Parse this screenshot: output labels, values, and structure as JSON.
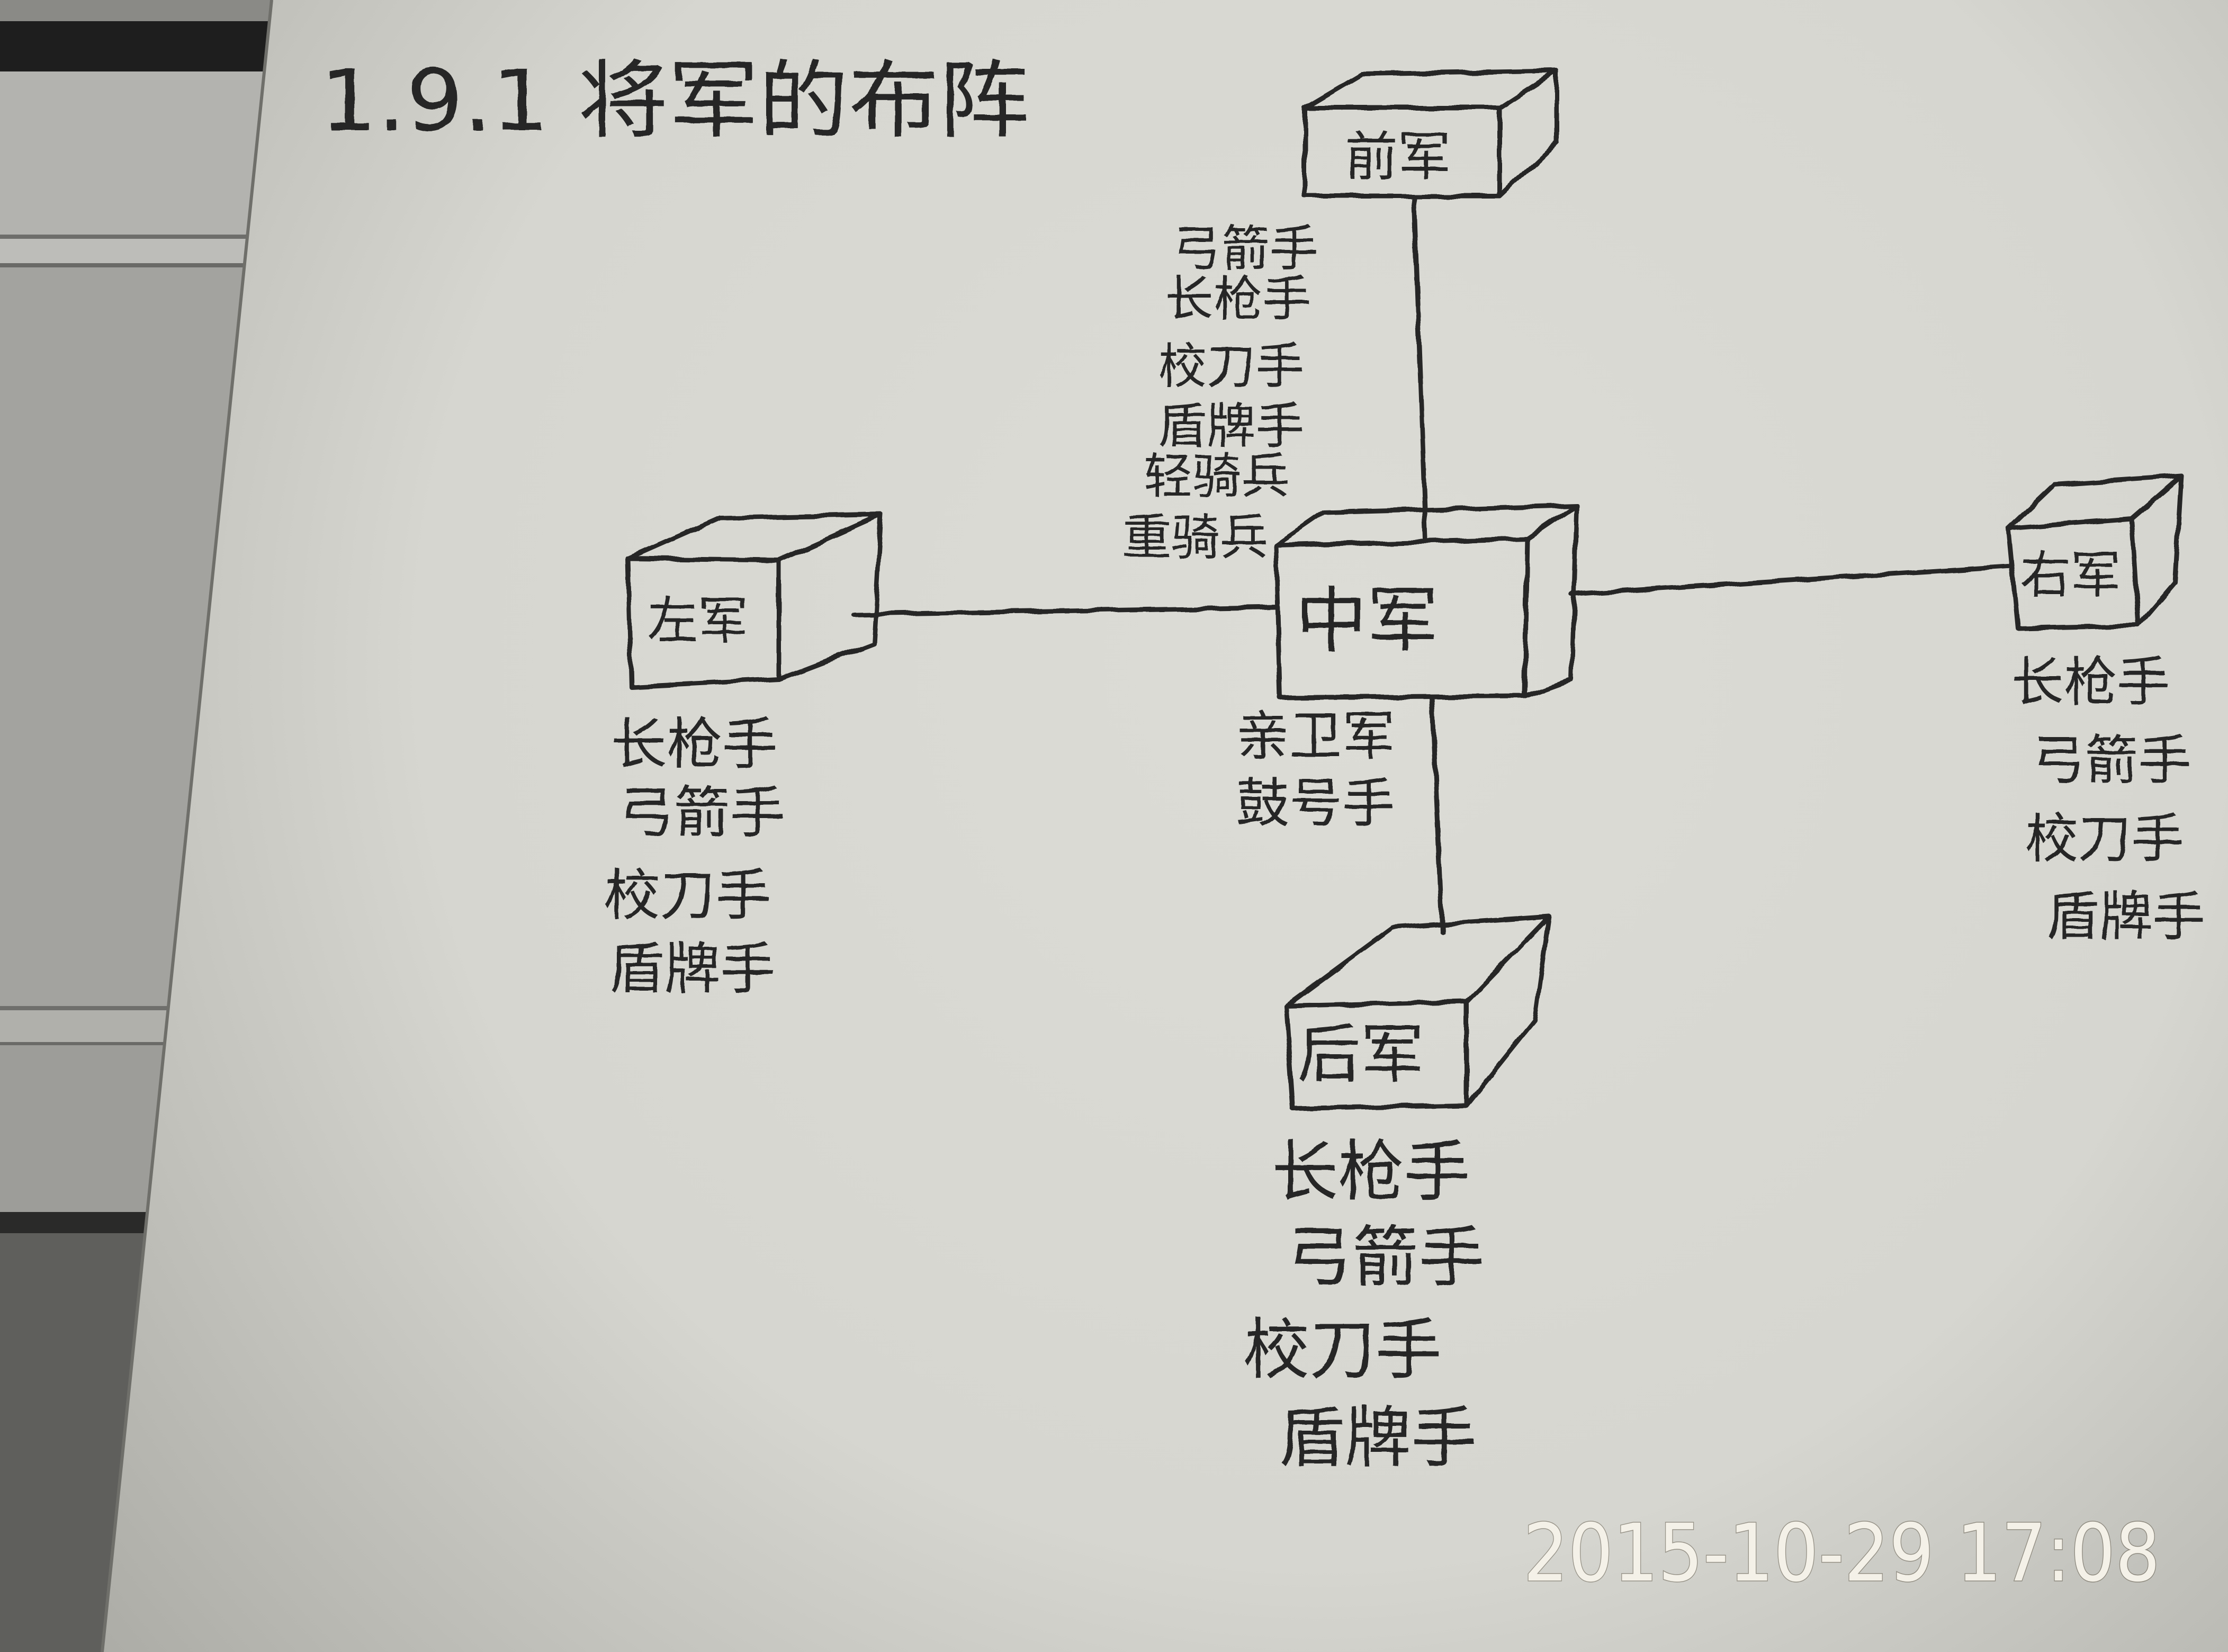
{
  "title": "1.9.1 将军的布阵",
  "formation": {
    "front": {
      "label": "前军",
      "units": [
        "弓箭手",
        "长枪手",
        "校刀手",
        "盾牌手",
        "轻骑兵",
        "重骑兵"
      ]
    },
    "center": {
      "label": "中军",
      "units": [
        "亲卫军",
        "鼓号手"
      ]
    },
    "left": {
      "label": "左军",
      "units": [
        "长枪手",
        "弓箭手",
        "校刀手",
        "盾牌手"
      ]
    },
    "right": {
      "label": "右军",
      "units": [
        "长枪手",
        "弓箭手",
        "校刀手",
        "盾牌手"
      ]
    },
    "rear": {
      "label": "后军",
      "units": [
        "长枪手",
        "弓箭手",
        "校刀手",
        "盾牌手"
      ]
    }
  },
  "timestamp": "2015-10-29 17:08",
  "colors": {
    "ink": "#262626",
    "paper": "#d6d6d0",
    "timestamp": "#f4f1e8"
  }
}
